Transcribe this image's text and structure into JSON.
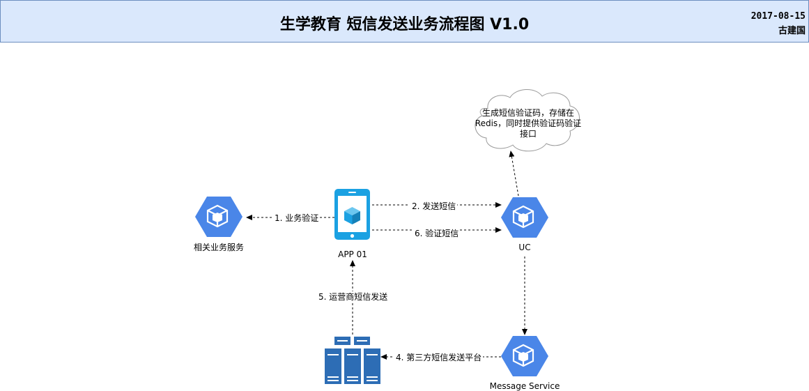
{
  "header": {
    "title": "生学教育 短信发送业务流程图 V1.0",
    "date": "2017-08-15",
    "author": "古建国"
  },
  "nodes": {
    "related_service": {
      "label": "相关业务服务",
      "icon": "gcp-hexagon-icon"
    },
    "app": {
      "label": "APP 01",
      "icon": "mobile-app-icon"
    },
    "uc": {
      "label": "UC",
      "icon": "gcp-hexagon-icon"
    },
    "message_service": {
      "label": "Message Service",
      "icon": "gcp-hexagon-icon"
    },
    "carrier_servers": {
      "label": "",
      "icon": "server-rack-icon"
    },
    "cloud_note": {
      "lines": [
        "生成短信验证码，存储在",
        "Redis，同时提供验证码验证",
        "接口"
      ],
      "icon": "cloud-shape"
    }
  },
  "edges": {
    "e1": "1. 业务验证",
    "e2": "2. 发送短信",
    "e4": "4. 第三方短信发送平台",
    "e5": "5. 运营商短信发送",
    "e6": "6. 验证短信"
  },
  "colors": {
    "header_fill": "#dae8fc",
    "header_stroke": "#6c8ebf",
    "gcp_blue": "#4a86e8",
    "mobile_blue": "#1ba1e2",
    "server_blue": "#2d6db5"
  }
}
